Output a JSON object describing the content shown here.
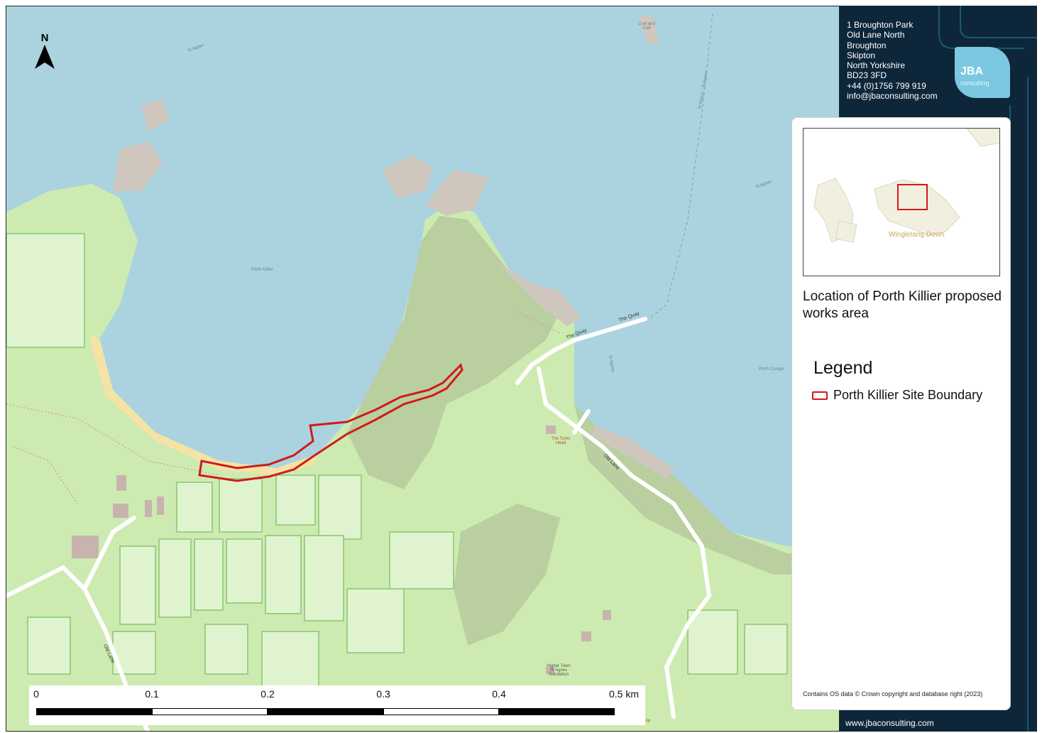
{
  "map": {
    "north_label": "N",
    "place_labels": {
      "porth_killier": "Porth Killier",
      "porth_conger": "Porth Conger",
      "cow_and_calf": "Cow and Calf",
      "turks_head": "The Turks Head",
      "higher_town": "Higher Town St Agnes Substation",
      "bulb_shop": "The Bulbshop",
      "st_agnes_1": "St Agnes",
      "st_agnes_2": "St Agnes",
      "st_agnes_3": "St Agnes",
      "st_marys_route": "St Mary's - St Agnes"
    },
    "road_labels": {
      "the_quay_1": "The Quay",
      "the_quay_2": "The Quay",
      "old_lane_1": "Old Lane",
      "old_lane_2": "Old Lane"
    },
    "colors": {
      "sea": "#aad3df",
      "coast_rock": "#cfc7bd",
      "farmland": "#d8f0c0",
      "grass": "#c6e9a6",
      "heath": "#b7cc9d",
      "sand": "#f5e3a5",
      "site_boundary": "#d11a1a"
    }
  },
  "scale_bar": {
    "ticks": [
      "0",
      "0.1",
      "0.2",
      "0.3",
      "0.4",
      "0.5 km"
    ]
  },
  "panel": {
    "address_lines": [
      "1 Broughton Park",
      "Old Lane North",
      "Broughton",
      "Skipton",
      "North Yorkshire",
      "BD23 3FD",
      "+44 (0)1756 799 919",
      "info@jbaconsulting.com"
    ],
    "logo_name": "JBA",
    "logo_sub": "consulting",
    "inset_label": "Wingletang Down",
    "location_title": "Location of Porth Killier proposed works area",
    "legend_title": "Legend",
    "legend_item": "Porth Killier Site Boundary",
    "copyright": "Contains OS data © Crown copyright and database right (2023)",
    "website": "www.jbaconsulting.com",
    "colors": {
      "panel_bg": "#0e2639",
      "logo_bg": "#7cc8e0"
    }
  }
}
